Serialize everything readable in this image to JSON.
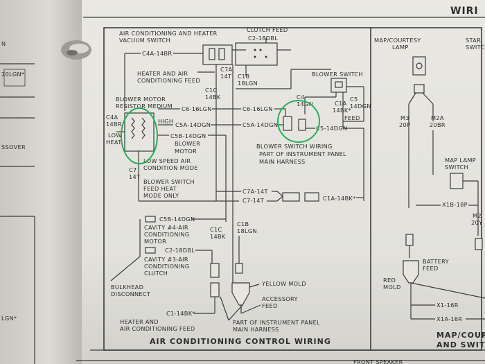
{
  "page": {
    "header_word": "WIRI",
    "left_fragments": [
      "N",
      "20LGN*",
      "SSOVER",
      "LGN*"
    ],
    "diagram_title": "AIR CONDITIONING CONTROL WIRING"
  },
  "labels": {
    "vacuum_switch": "AIR CONDITIONING AND HEATER",
    "vacuum_switch_2": "VACUUM SWITCH",
    "clutch_feed": "CLUTCH FEED",
    "c2_18dbl": "C2-18DBL",
    "c4a_14br": "C4A-14BR",
    "heater_feed_1": "HEATER AND AIR",
    "heater_feed_2": "CONDITIONING FEED",
    "c7a_14t": "C7A",
    "c7a_14t_b": "14T",
    "c1b_18lgn": "C1B",
    "c1b_18lgn_b": "18LGN",
    "blower_switch": "BLOWER SWITCH",
    "c1c_14bk": "C1C",
    "c1c_14bk_b": "14BK",
    "c4_14gn": "C4",
    "c4_14gn_b": "14GN",
    "c5_14dgn": "C5",
    "c5_14dgn_b": "14DGN",
    "c1a_14bk": "C1A",
    "c1a_14bk_b": "14BK*",
    "feed": "FEED",
    "blower_resistor_1": "BLOWER MOTOR",
    "blower_resistor_2": "RESISTOR MEDIUM",
    "c6_16lgn_left": "C6-16LGN",
    "c6_16lgn_right": "C6-16LGN",
    "c4a": "C4A",
    "c4a_b": "14BR",
    "high": "HIGH",
    "c5a_14dgn_left": "C5A-14DGN",
    "c5a_14dgn_right": "C5A-14DGN",
    "c5_14dgn_h": "C5-14DGN",
    "low": "LOW",
    "heat": "HEAT",
    "c5b_14dgn": "C5B-14DGN",
    "blower_motor_1": "BLOWER",
    "blower_motor_2": "MOTOR",
    "blower_switch_wiring_1": "BLOWER SWITCH WIRING",
    "blower_switch_wiring_2": "PART OF INSTRUMENT PANEL",
    "blower_switch_wiring_3": "MAIN HARNESS",
    "low_speed_1": "LOW SPEED AIR",
    "low_speed_2": "CONDITION MODE",
    "c7": "C7",
    "c7_b": "14T",
    "blower_feed_1": "BLOWER SWITCH",
    "blower_feed_2": "FEED HEAT",
    "blower_feed_3": "MODE ONLY",
    "c7a_14t_h": "C7A-14T",
    "c7_14t_h": "C7-14T",
    "c1a_14bk_h": "C1A-14BK*",
    "c5b_14dgn_2": "C5B-14DGN",
    "cavity4_1": "CAVITY #4-AIR",
    "cavity4_2": "CONDITIONING",
    "cavity4_3": "MOTOR",
    "c2_18dbl_2": "C2-18DBL",
    "cavity3_1": "CAVITY #3-AIR",
    "cavity3_2": "CONDITIONING",
    "cavity3_3": "CLUTCH",
    "c1c_b": "C1C",
    "c1c_b2": "14BK",
    "c1b_b": "C1B",
    "c1b_b2": "18LGN",
    "bulkhead_1": "BULKHEAD",
    "bulkhead_2": "DISCONNECT",
    "yellow_mold": "YELLOW MOLD",
    "accessory_1": "ACCESSORY",
    "accessory_2": "FEED",
    "c1_14bk": "C1-14BK*",
    "heater_air_1": "HEATER AND",
    "heater_air_2": "AIR CONDITIONING FEED",
    "part_ip_1": "PART OF INSTRUMENT PANEL",
    "part_ip_2": "MAIN HARNESS",
    "map_courtesy_1": "MAP/COURTESY",
    "map_courtesy_2": "LAMP",
    "star_1": "STAR",
    "star_2": "SWITC",
    "m3": "M3",
    "m3_b": "20P",
    "m2a": "M2A",
    "m2a_b": "20BR",
    "map_lamp_1": "MAP LAMP",
    "map_lamp_2": "SWITCH",
    "x1b_18p": "X1B-18P",
    "m2": "M2",
    "m2_b": "20Y",
    "battery_1": "BATTERY",
    "battery_2": "FEED",
    "red_mold_1": "RED",
    "red_mold_2": "MOLD",
    "x1_16r": "X1-16R",
    "x1a_16r": "X1A-16R",
    "map_courtesy_b_1": "MAP/COURTE",
    "map_courtesy_b_2": "AND SWITC",
    "bottom_frag": "FRONT SPEAKER"
  }
}
